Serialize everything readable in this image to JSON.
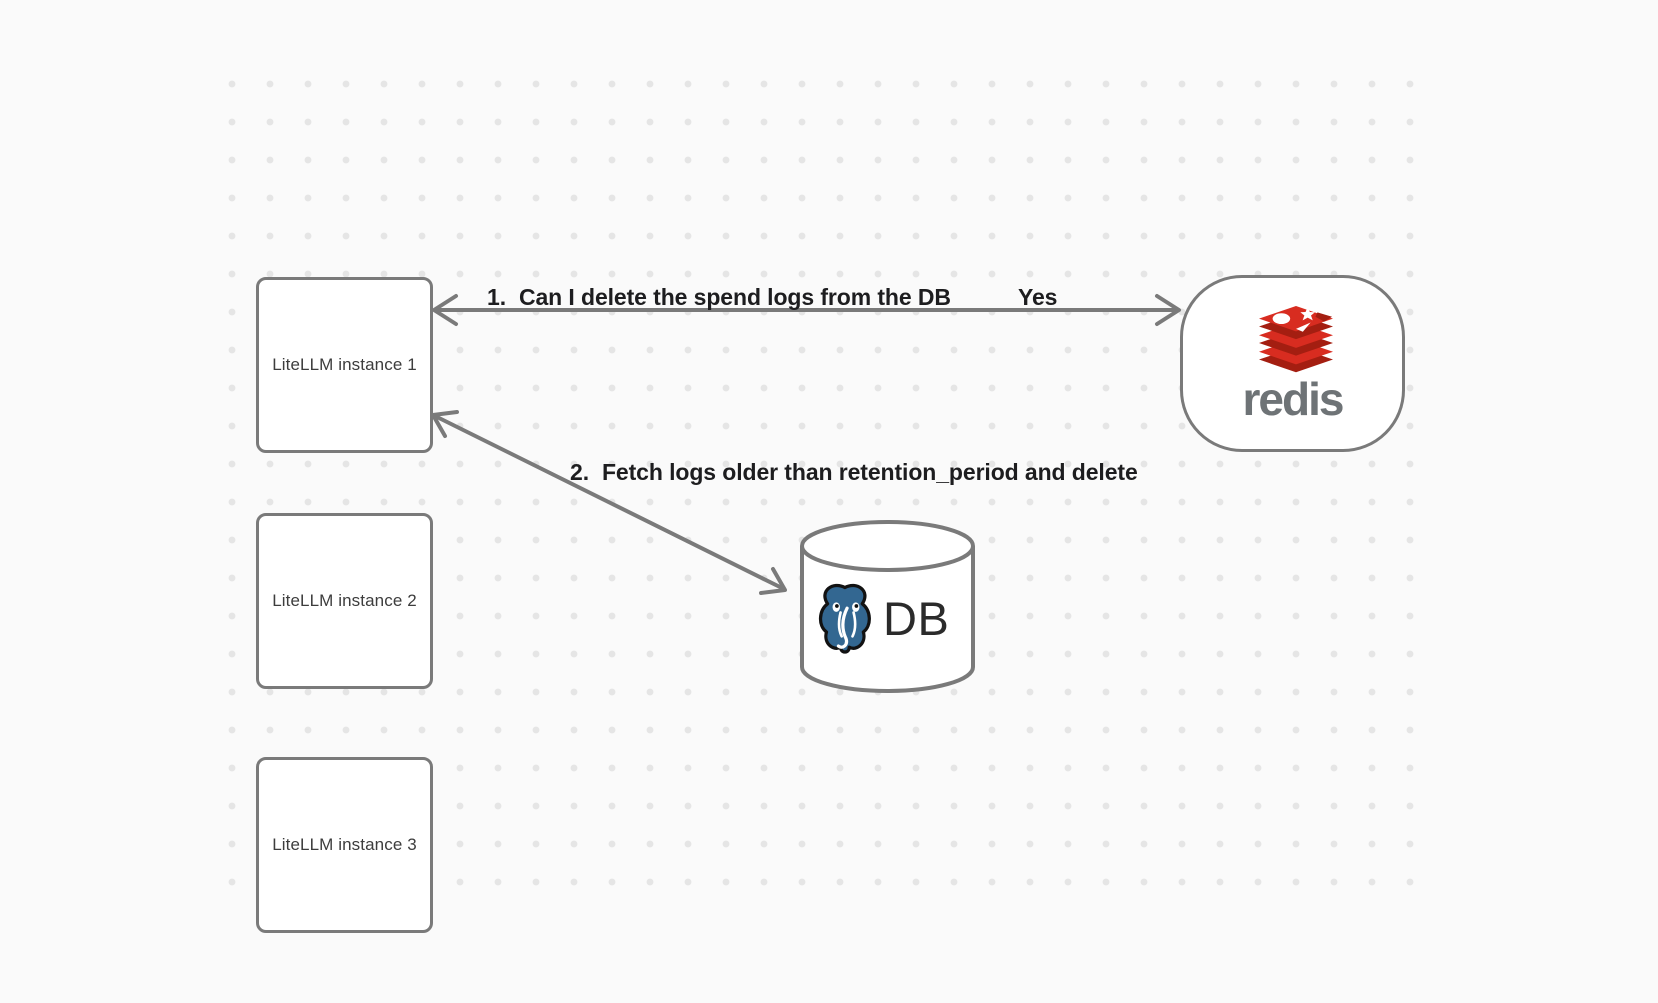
{
  "colors": {
    "bg": "#fafafa",
    "dot": "#e5e5e5",
    "stroke": "#7a7a7a",
    "node-fill": "#ffffff",
    "node-text": "#3d3d3d",
    "label-text": "#1d1d1f",
    "redis-red": "#d82c20",
    "redis-red-dark": "#a41e11",
    "redis-gray": "#6e7376",
    "pg-blue": "#336791",
    "db-text": "#2b2b2b"
  },
  "nodes": {
    "litellm_instances": [
      {
        "label": "LiteLLM instance 1"
      },
      {
        "label": "LiteLLM instance 2"
      },
      {
        "label": "LiteLLM instance 3"
      }
    ],
    "redis": {
      "label": "redis",
      "icon": "redis-stack-icon"
    },
    "database": {
      "label": "DB",
      "icon": "postgresql-elephant-icon"
    }
  },
  "arrows": [
    {
      "number": "1.",
      "label": "Can I delete the spend logs from the DB",
      "answer": "Yes",
      "from": "LiteLLM instance 1",
      "to": "redis",
      "direction": "both"
    },
    {
      "number": "2.",
      "label": "Fetch logs older than retention_period and delete",
      "from": "LiteLLM instance 1",
      "to": "DB",
      "direction": "both"
    }
  ]
}
